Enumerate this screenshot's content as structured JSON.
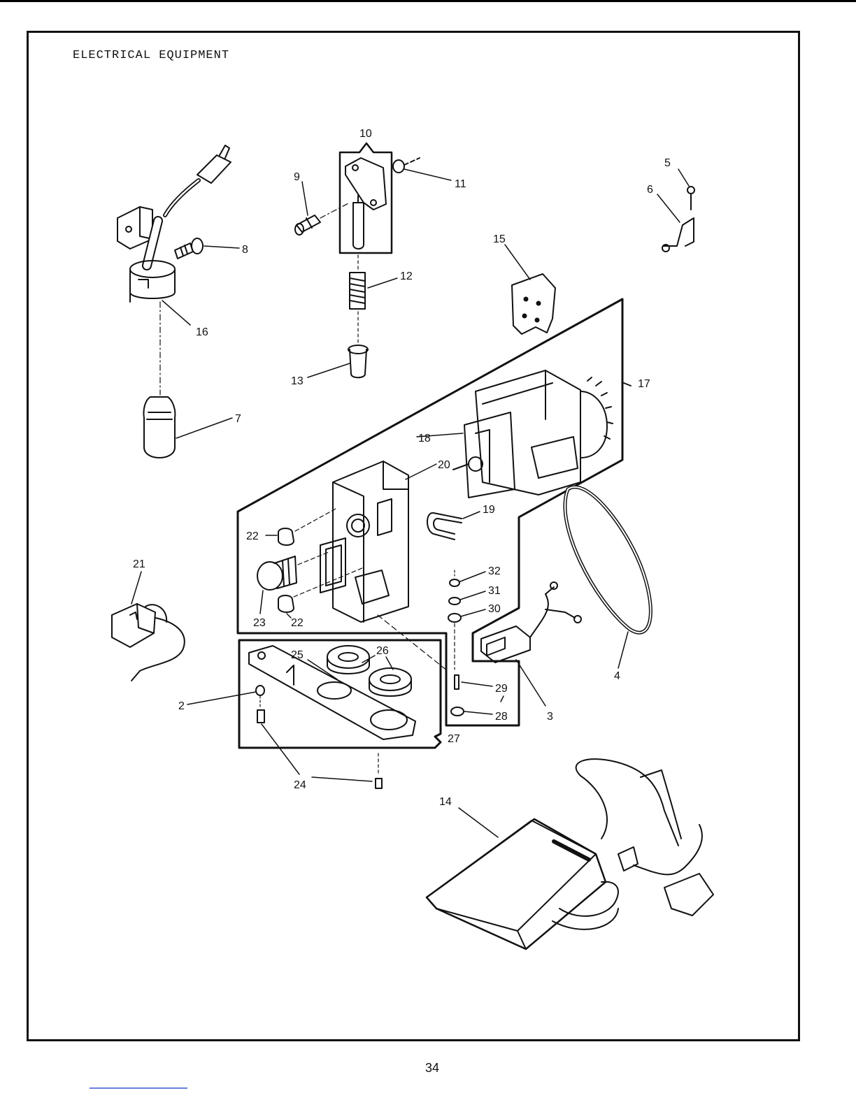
{
  "page": {
    "title": "ELECTRICAL EQUIPMENT",
    "page_number": "34"
  },
  "callouts": [
    {
      "id": "c2",
      "text": "2"
    },
    {
      "id": "c3",
      "text": "3"
    },
    {
      "id": "c4",
      "text": "4"
    },
    {
      "id": "c5",
      "text": "5"
    },
    {
      "id": "c6",
      "text": "6"
    },
    {
      "id": "c7",
      "text": "7"
    },
    {
      "id": "c8",
      "text": "8"
    },
    {
      "id": "c9",
      "text": "9"
    },
    {
      "id": "c10",
      "text": "10"
    },
    {
      "id": "c11",
      "text": "11"
    },
    {
      "id": "c12",
      "text": "12"
    },
    {
      "id": "c13",
      "text": "13"
    },
    {
      "id": "c14",
      "text": "14"
    },
    {
      "id": "c15",
      "text": "15"
    },
    {
      "id": "c16",
      "text": "16"
    },
    {
      "id": "c17",
      "text": "17"
    },
    {
      "id": "c18",
      "text": "18"
    },
    {
      "id": "c19",
      "text": "19"
    },
    {
      "id": "c20",
      "text": "20"
    },
    {
      "id": "c21",
      "text": "21"
    },
    {
      "id": "c22a",
      "text": "22"
    },
    {
      "id": "c22b",
      "text": "22"
    },
    {
      "id": "c23",
      "text": "23"
    },
    {
      "id": "c24",
      "text": "24"
    },
    {
      "id": "c25",
      "text": "25"
    },
    {
      "id": "c26",
      "text": "26"
    },
    {
      "id": "c27",
      "text": "27"
    },
    {
      "id": "c28",
      "text": "28"
    },
    {
      "id": "c29",
      "text": "29"
    },
    {
      "id": "c30",
      "text": "30"
    },
    {
      "id": "c31",
      "text": "31"
    },
    {
      "id": "c32",
      "text": "32"
    }
  ]
}
